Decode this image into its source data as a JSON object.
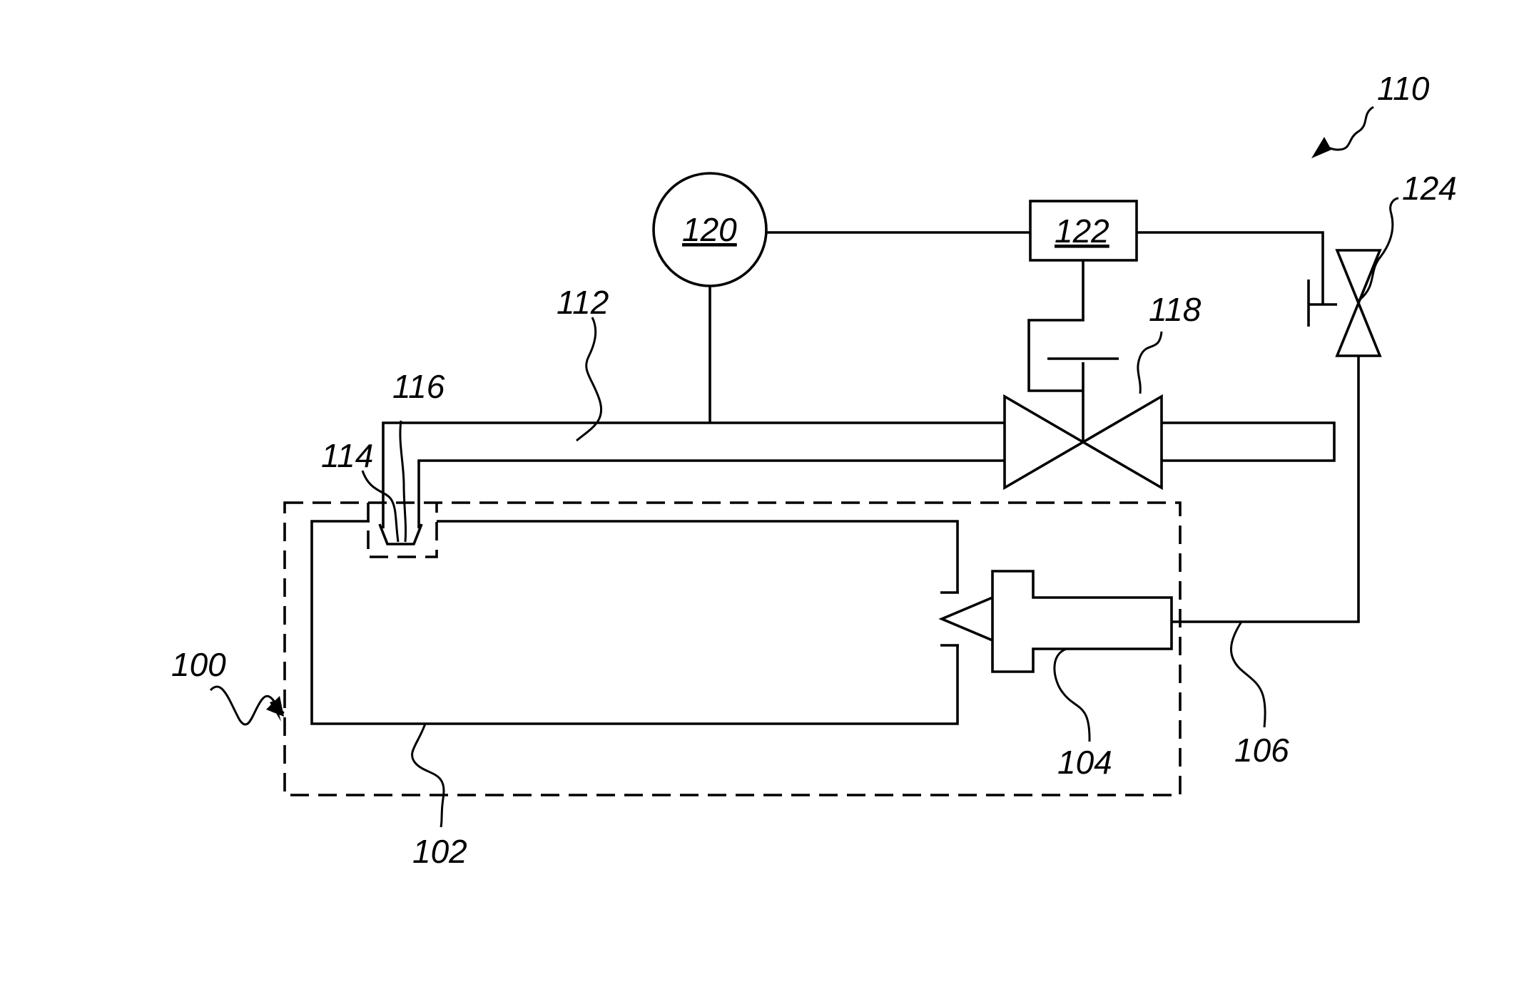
{
  "labels": {
    "ref_100": "100",
    "ref_102": "102",
    "ref_104": "104",
    "ref_106": "106",
    "ref_110": "110",
    "ref_112": "112",
    "ref_114": "114",
    "ref_116": "116",
    "ref_118": "118",
    "ref_120": "120",
    "ref_122": "122",
    "ref_124": "124"
  }
}
